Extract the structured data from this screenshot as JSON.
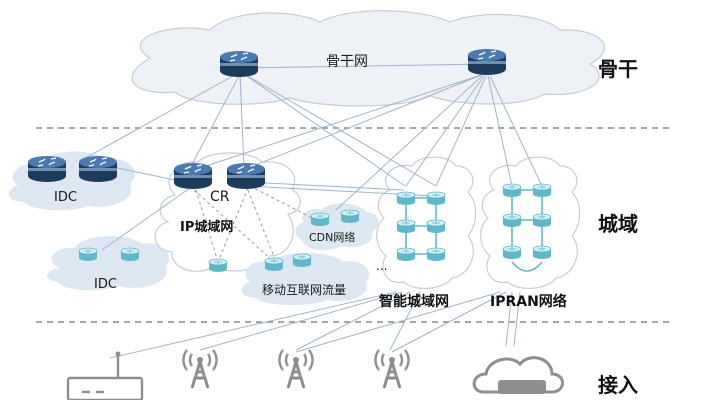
{
  "tiers": {
    "backbone": "骨干",
    "metro": "城域",
    "access": "接入"
  },
  "clouds": {
    "backbone": "骨干网",
    "idc_top": "IDC",
    "cr": "CR",
    "ip_metro": "IP城域网",
    "cdn": "CDN网络",
    "idc_bottom": "IDC",
    "mobile_traffic": "移动互联网流量",
    "smart_metro": "智能城域网",
    "ipran": "IPRAN网络",
    "ellipsis": "..."
  },
  "icons": [
    "router-icon",
    "switch-icon",
    "home-gateway-icon",
    "base-station-icon",
    "cloud-storage-icon"
  ],
  "colors": {
    "router_dark": "#2a4a6e",
    "router_top": "#4a7ab0",
    "switch_teal": "#5fb8c9",
    "switch_top": "#d6f0f5",
    "cloud_backbone": "#eef1f5",
    "cloud_stroke": "#c7ccd4",
    "cloud_idc": "#dde7f1",
    "link_line": "#9fb3cc",
    "dashed_link": "#9a9a9a",
    "access_icon": "#8e8e8e"
  }
}
